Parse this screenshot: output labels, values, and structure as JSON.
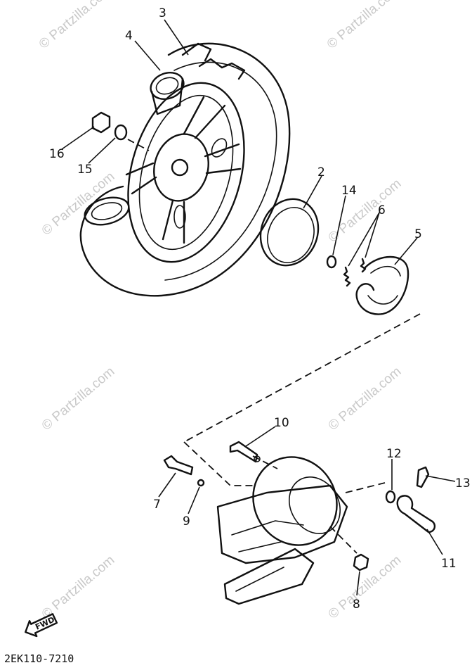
{
  "watermark": "© Partzilla.com",
  "diagram_code": "2EK110-7210",
  "fwd_label": "FWD",
  "callouts": {
    "c1": "3",
    "c2": "4",
    "c3": "16",
    "c4": "15",
    "c5": "2",
    "c6": "14",
    "c7": "6",
    "c8": "5",
    "c9": "10",
    "c10": "12",
    "c11": "13",
    "c12": "7",
    "c13": "9",
    "c14": "11",
    "c15": "8"
  }
}
